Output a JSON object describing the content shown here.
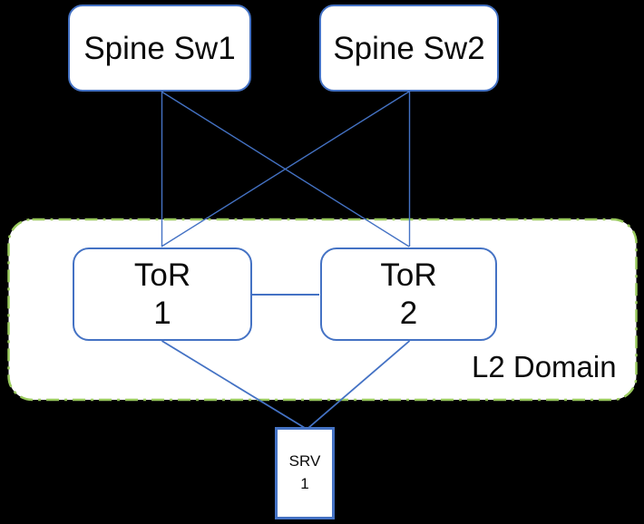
{
  "colors": {
    "background": "#000000",
    "node_fill": "#ffffff",
    "node_border": "#4472c4",
    "connector": "#4472c4",
    "l2_domain_border": "#9aca5e",
    "text": "#0b0b0b"
  },
  "nodes": {
    "spine1": {
      "label": "Spine Sw1"
    },
    "spine2": {
      "label": "Spine Sw2"
    },
    "tor1": {
      "line1": "ToR",
      "line2": "1"
    },
    "tor2": {
      "line1": "ToR",
      "line2": "2"
    },
    "srv1": {
      "line1": "SRV",
      "line2": "1"
    },
    "l2_domain": {
      "label": "L2 Domain"
    }
  },
  "edges": [
    {
      "from": "Spine Sw1",
      "to": "ToR 1"
    },
    {
      "from": "Spine Sw1",
      "to": "ToR 2"
    },
    {
      "from": "Spine Sw2",
      "to": "ToR 2"
    },
    {
      "from": "Spine Sw2",
      "to": "ToR 1"
    },
    {
      "from": "ToR 1",
      "to": "ToR 2"
    },
    {
      "from": "ToR 1",
      "to": "SRV 1"
    },
    {
      "from": "ToR 2",
      "to": "SRV 1"
    }
  ]
}
